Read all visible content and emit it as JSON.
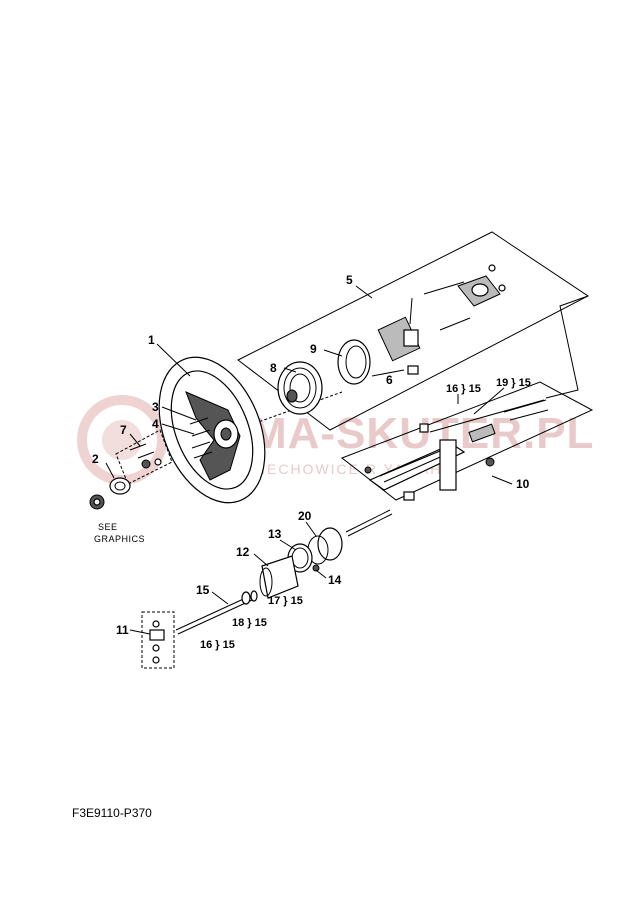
{
  "watermark": {
    "brand": "MA-SKUTER.PL",
    "tagline": "W  IECHOWICE  R  YAMAHA"
  },
  "see_graphics": {
    "line1": "SEE",
    "line2": "GRAPHICS"
  },
  "callouts": [
    {
      "id": "c1",
      "text": "1"
    },
    {
      "id": "c2",
      "text": "2"
    },
    {
      "id": "c3",
      "text": "3"
    },
    {
      "id": "c4",
      "text": "4"
    },
    {
      "id": "c5",
      "text": "5"
    },
    {
      "id": "c6",
      "text": "6"
    },
    {
      "id": "c7",
      "text": "7"
    },
    {
      "id": "c8",
      "text": "8"
    },
    {
      "id": "c9",
      "text": "9"
    },
    {
      "id": "c10",
      "text": "10"
    },
    {
      "id": "c11",
      "text": "11"
    },
    {
      "id": "c12",
      "text": "12"
    },
    {
      "id": "c13",
      "text": "13"
    },
    {
      "id": "c14",
      "text": "14"
    },
    {
      "id": "c15",
      "text": "15"
    },
    {
      "id": "c16a",
      "text": "16 } 15"
    },
    {
      "id": "c16b",
      "text": "16 } 15"
    },
    {
      "id": "c17",
      "text": "17 } 15"
    },
    {
      "id": "c18",
      "text": "18 } 15"
    },
    {
      "id": "c19",
      "text": "19 } 15"
    },
    {
      "id": "c20",
      "text": "20"
    }
  ],
  "diagram_code": "F3E9110-P370",
  "colors": {
    "line": "#000000",
    "watermark": "#e9c9c9"
  }
}
